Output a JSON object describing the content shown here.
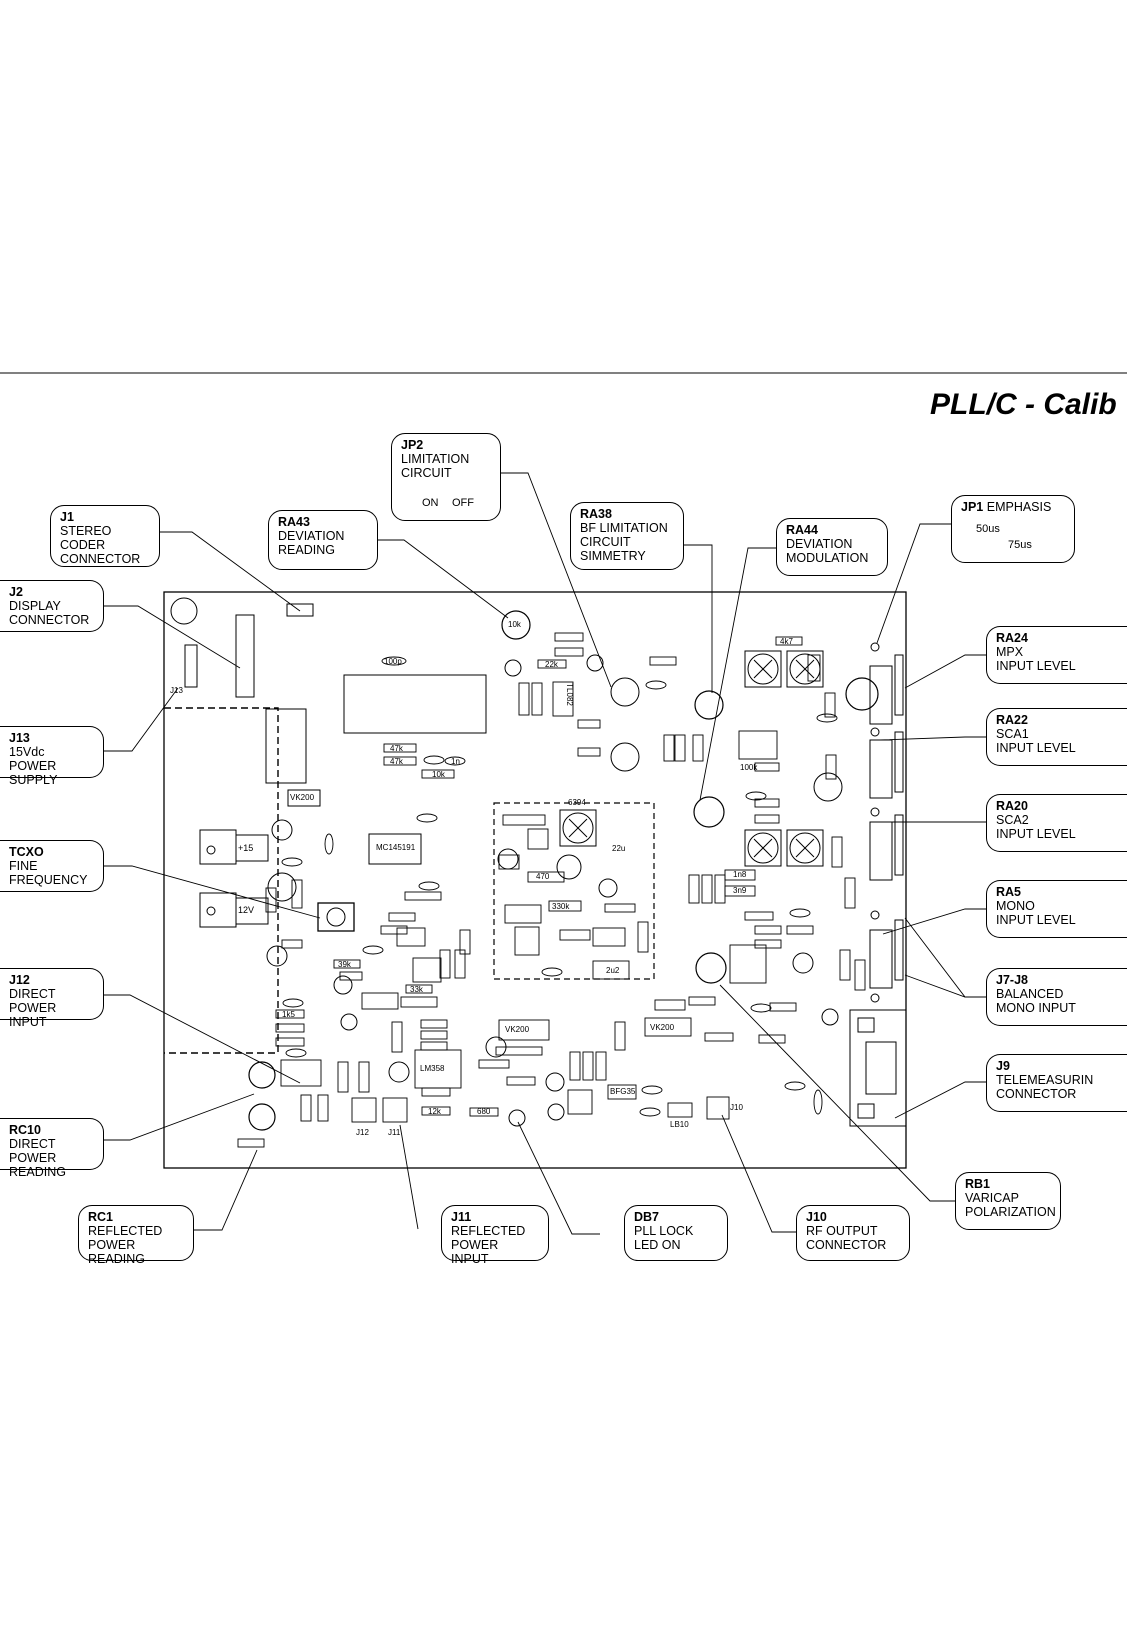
{
  "title": "PLL/C - Calib",
  "callouts": {
    "jp2": {
      "ref": "JP2",
      "desc": "LIMITATION\nCIRCUIT",
      "on": "ON",
      "off": "OFF"
    },
    "ra43": {
      "ref": "RA43",
      "desc": "DEVIATION\nREADING"
    },
    "ra38": {
      "ref": "RA38",
      "desc": "BF LIMITATION\nCIRCUIT\nSIMMETRY"
    },
    "ra44": {
      "ref": "RA44",
      "desc": "DEVIATION\nMODULATION"
    },
    "jp1": {
      "ref": "JP1",
      "desc": "EMPHASIS",
      "opt50": "50us",
      "opt75": "75us"
    },
    "j1": {
      "ref": "J1",
      "desc": "STEREO\nCODER\nCONNECTOR"
    },
    "j2": {
      "ref": "J2",
      "desc": "DISPLAY\nCONNECTOR"
    },
    "j13": {
      "ref": "J13",
      "desc": "15Vdc\nPOWER SUPPLY"
    },
    "tcxo": {
      "ref": "TCXO",
      "desc": "FINE\nFREQUENCY"
    },
    "j12": {
      "ref": "J12",
      "desc": "DIRECT\nPOWER INPUT"
    },
    "rc10": {
      "ref": "RC10",
      "desc": "DIRECT\nPOWER READING"
    },
    "rc1": {
      "ref": "RC1",
      "desc": "REFLECTED\nPOWER READING"
    },
    "j11": {
      "ref": "J11",
      "desc": "REFLECTED\nPOWER INPUT"
    },
    "db7": {
      "ref": "DB7",
      "desc": "PLL LOCK\nLED ON"
    },
    "j10": {
      "ref": "J10",
      "desc": "RF OUTPUT\nCONNECTOR"
    },
    "rb1": {
      "ref": "RB1",
      "desc": "VARICAP\nPOLARIZATION"
    },
    "ra24": {
      "ref": "RA24",
      "desc": "MPX\nINPUT LEVEL"
    },
    "ra22": {
      "ref": "RA22",
      "desc": "SCA1\nINPUT LEVEL"
    },
    "ra20": {
      "ref": "RA20",
      "desc": "SCA2\nINPUT LEVEL"
    },
    "ra5": {
      "ref": "RA5",
      "desc": "MONO\nINPUT LEVEL"
    },
    "j7j8": {
      "ref": "J7-J8",
      "desc": "BALANCED\nMONO INPUT"
    },
    "j9": {
      "ref": "J9",
      "desc": "TELEMEASURIN\nCONNECTOR"
    }
  },
  "board_labels": {
    "ic_tl082": "TL082",
    "ic_mc14": "MC145191",
    "ic_lm358": "LM358",
    "ic_vk200a": "VK200",
    "ic_vk200b": "VK200",
    "ic_vk200c": "VK200",
    "r_47k_a": "47k",
    "r_47k_b": "47k",
    "r_22k": "22k",
    "r_10k": "10k",
    "r_100k": "100k",
    "r_470": "470",
    "r_330k": "330k",
    "r_680": "680",
    "r_12k": "12k",
    "r_39k": "39k",
    "r_33k": "33k",
    "c_100p": "100p",
    "c_1n": "1n",
    "c_2u2": "2u2",
    "c_22u": "22u",
    "r_4k7": "4k7",
    "r_1k5": "1k5",
    "r_3k9": "3n9",
    "c_1n8": "1n8",
    "ref_12v": "12V",
    "ref_15v": "+15",
    "lbl_6394": "6394",
    "lbl_j13": "J13",
    "lbl_j10": "J10",
    "lbl_j11": "J11",
    "lbl_j12": "J12",
    "lbl_bfg35": "BFG35",
    "lbl_lb10": "LB10",
    "lbl_tx": "10k"
  }
}
